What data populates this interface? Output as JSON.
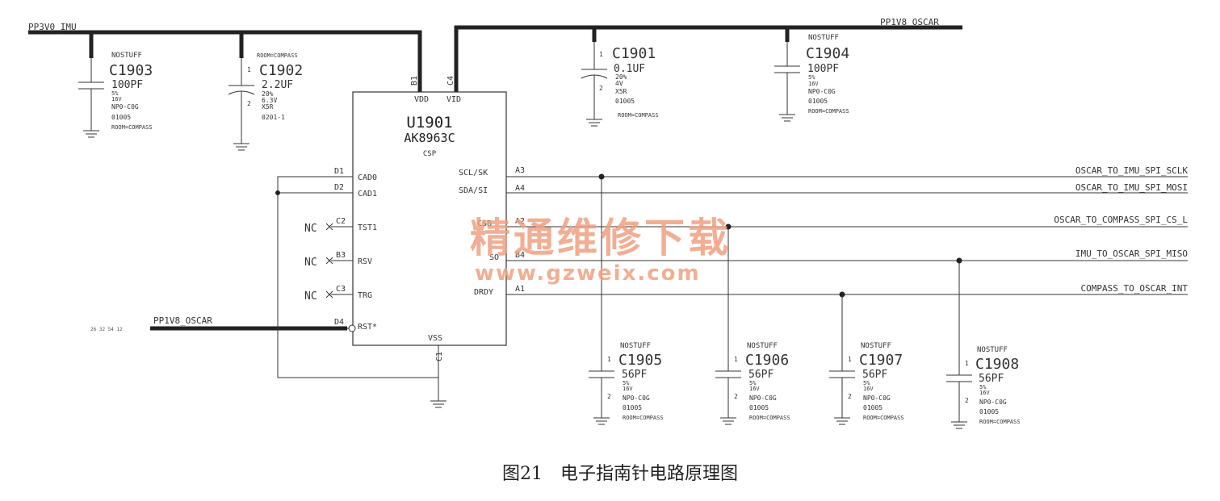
{
  "rails": {
    "pp3v0_imu": "PP3V0_IMU",
    "pp1v8_oscar_top": "PP1V8_OSCAR",
    "pp1v8_oscar_left": "PP1V8_OSCAR",
    "left_numbers": "26 32 54 12"
  },
  "ic": {
    "ref": "U1901",
    "part": "AK8963C",
    "pkg": "CSP",
    "top_pins": [
      {
        "num": "B1",
        "name": "VDD"
      },
      {
        "num": "C4",
        "name": "VID"
      }
    ],
    "bottom_pin": {
      "num": "C1",
      "name": "VSS"
    },
    "left_pins": [
      {
        "num": "D1",
        "name": "CAD0"
      },
      {
        "num": "D2",
        "name": "CAD1"
      },
      {
        "num": "C2",
        "name": "TST1",
        "nc": "NC"
      },
      {
        "num": "B3",
        "name": "RSV",
        "nc": "NC"
      },
      {
        "num": "C3",
        "name": "TRG",
        "nc": "NC"
      },
      {
        "num": "D4",
        "name": "RST*"
      }
    ],
    "right_pins": [
      {
        "num": "A3",
        "name": "SCL/SK"
      },
      {
        "num": "A4",
        "name": "SDA/SI"
      },
      {
        "num": "A2",
        "name": "CSB"
      },
      {
        "num": "B4",
        "name": "SO"
      },
      {
        "num": "A1",
        "name": "DRDY"
      }
    ]
  },
  "nets": [
    "OSCAR_TO_IMU_SPI_SCLK",
    "OSCAR_TO_IMU_SPI_MOSI",
    "OSCAR_TO_COMPASS_SPI_CS_L",
    "IMU_TO_OSCAR_SPI_MISO",
    "COMPASS_TO_OSCAR_INT"
  ],
  "capacitors": {
    "c1903": {
      "stuff": "NOSTUFF",
      "ref": "C1903",
      "value": "100PF",
      "specs": [
        "5%",
        "16V",
        "NP0-C0G",
        "01005",
        "ROOM=COMPASS"
      ]
    },
    "c1902": {
      "stuff": "ROOM=COMPASS",
      "ref": "C1902",
      "value": "2.2UF",
      "specs": [
        "20%",
        "6.3V",
        "X5R",
        "0201-1"
      ]
    },
    "c1901": {
      "ref": "C1901",
      "value": "0.1UF",
      "specs": [
        "20%",
        "4V",
        "X5R",
        "01005",
        "ROOM=COMPASS"
      ]
    },
    "c1904": {
      "stuff": "NOSTUFF",
      "ref": "C1904",
      "value": "100PF",
      "specs": [
        "5%",
        "16V",
        "NP0-C0G",
        "01005",
        "ROOM=COMPASS"
      ]
    },
    "c1905": {
      "stuff": "NOSTUFF",
      "ref": "C1905",
      "value": "56PF",
      "specs": [
        "5%",
        "16V",
        "NP0-C0G",
        "01005",
        "ROOM=COMPASS"
      ]
    },
    "c1906": {
      "stuff": "NOSTUFF",
      "ref": "C1906",
      "value": "56PF",
      "specs": [
        "5%",
        "16V",
        "NP0-C0G",
        "01005",
        "ROOM=COMPASS"
      ]
    },
    "c1907": {
      "stuff": "NOSTUFF",
      "ref": "C1907",
      "value": "56PF",
      "specs": [
        "5%",
        "16V",
        "NP0-C0G",
        "01005",
        "ROOM=COMPASS"
      ]
    },
    "c1908": {
      "stuff": "NOSTUFF",
      "ref": "C1908",
      "value": "56PF",
      "specs": [
        "5%",
        "16V",
        "NP0-C0G",
        "01005",
        "ROOM=COMPASS"
      ]
    }
  },
  "pin_nums": {
    "one": "1",
    "two": "2"
  },
  "watermark": {
    "cn": "精通维修下载",
    "url": "www.gzweix.com"
  },
  "caption": "图21　电子指南针电路原理图",
  "colors": {
    "wire": "#2a2a2a",
    "watermark": "#f0a080",
    "bg": "#ffffff"
  }
}
